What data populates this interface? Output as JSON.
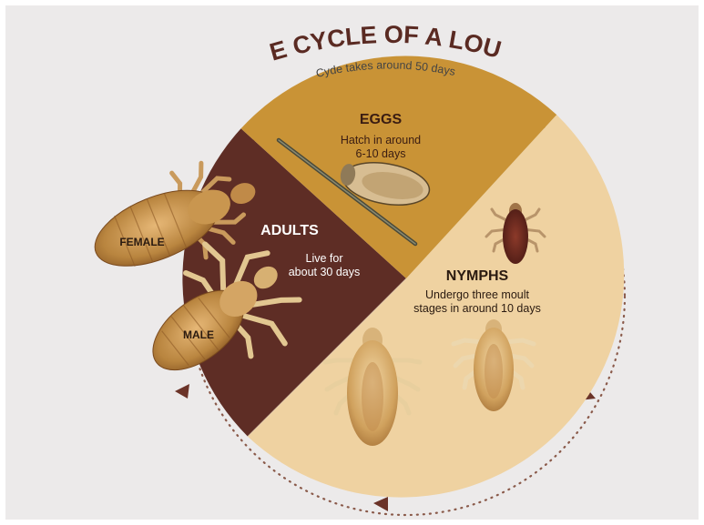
{
  "title": "LIFE CYCLE OF A LOUSE",
  "subtitle": "Cyde takes around 50 days",
  "stages": {
    "eggs": {
      "title": "EGGS",
      "desc_line1": "Hatch in around",
      "desc_line2": "6-10 days"
    },
    "nymphs": {
      "title": "NYMPHS",
      "desc_line1": "Undergo three moult",
      "desc_line2": "stages in around 10 days"
    },
    "adults": {
      "title": "ADULTS",
      "desc_line1": "Live for",
      "desc_line2": "about 30 days"
    }
  },
  "labels": {
    "female": "FEMALE",
    "male": "MALE"
  },
  "colors": {
    "background": "#eceaea",
    "eggs_wedge": "#c99336",
    "nymphs_wedge": "#efd2a1",
    "adults_wedge": "#5e2d25",
    "title": "#5a2a22",
    "arrow": "#6b3328"
  },
  "icons": [
    "louse-female-illustration",
    "louse-male-illustration",
    "nymph-illustration",
    "egg-on-hair-illustration",
    "cycle-arrow-icon"
  ]
}
